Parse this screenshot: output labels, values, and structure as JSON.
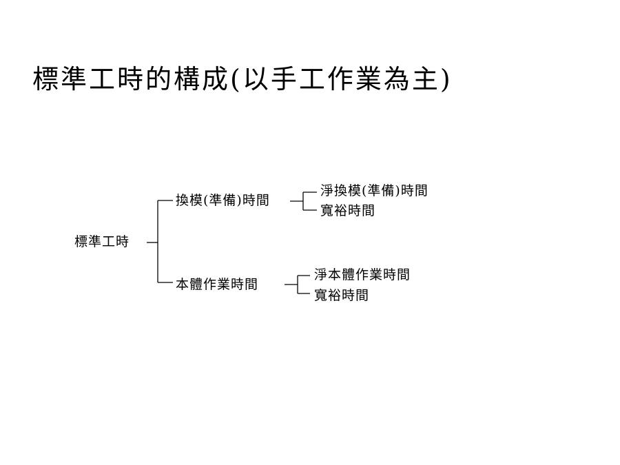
{
  "slide": {
    "title": "標準工時的構成(以手工作業為主)"
  },
  "tree": {
    "root": "標準工時",
    "branch_changeover": {
      "label": "換模(準備)時間",
      "children": [
        "淨換模(準備)時間",
        "寬裕時間"
      ]
    },
    "branch_main_work": {
      "label": "本體作業時間",
      "children": [
        "淨本體作業時間",
        "寬裕時間"
      ]
    }
  }
}
